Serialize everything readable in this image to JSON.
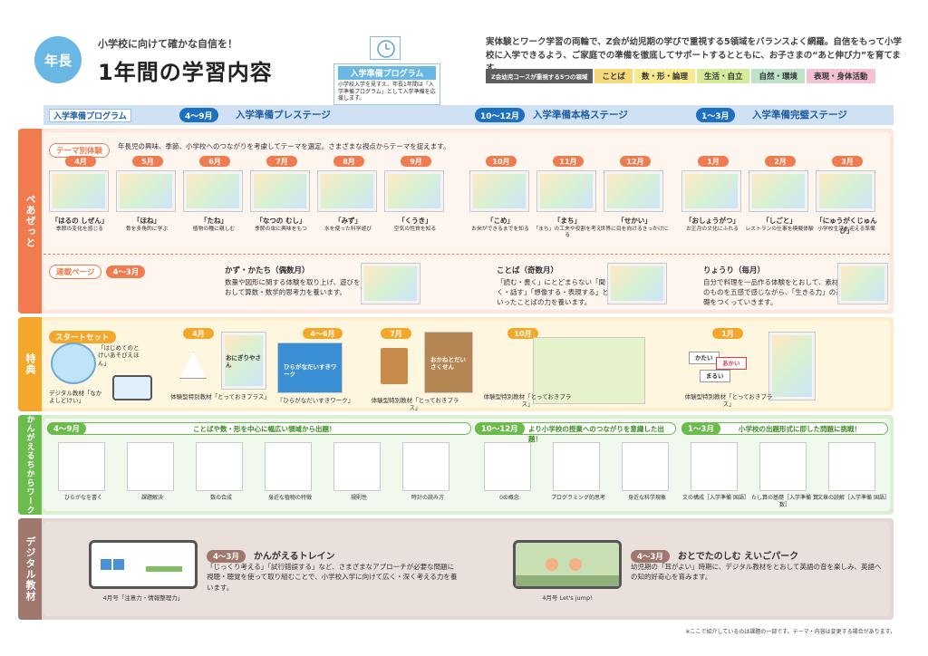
{
  "header": {
    "badge": "年長",
    "subtitle": "小学校に向けて確かな自信を！",
    "title": "1年間の学習内容"
  },
  "program_box": {
    "title": "入学準備プログラム",
    "desc": "小学校入学を見すえ、年長1年間は「入学準備プログラム」として入学準備を応援します。"
  },
  "intro": "実体験とワーク学習の両輪で、Z会が幼児期の学びで重視する5領域をバランスよく網羅。自信をもって小学校に入学できるよう、ご家庭での準備を徹底してサポートするとともに、お子さまの“あと伸び力”を育てます。",
  "domains": {
    "label": "Z会幼児コースが重視する5つの領域",
    "items": [
      "ことば",
      "数・形・論理",
      "生活・自立",
      "自然・環境",
      "表現・身体活動"
    ],
    "colors": [
      "#f6d77a",
      "#f9e98f",
      "#d6eb9a",
      "#bfe3c7",
      "#f5c2d2"
    ]
  },
  "stage_bar": {
    "program_tag": "入学準備プログラム",
    "stages": [
      {
        "month": "4～9月",
        "name": "入学準備プレステージ"
      },
      {
        "month": "10～12月",
        "name": "入学準備本格ステージ"
      },
      {
        "month": "1～3月",
        "name": "入学準備完璧ステージ"
      }
    ]
  },
  "peazette": {
    "side": "ぺあぜっと",
    "theme_tag": "テーマ別体験",
    "theme_desc": "年長児の興味、季節、小学校へのつながりを考慮してテーマを選定。さまざまな視点からテーマを捉えます。",
    "months": [
      {
        "m": "4月",
        "title": "「はるの しぜん」",
        "desc": "季節の変化を感じる"
      },
      {
        "m": "5月",
        "title": "「ほね」",
        "desc": "骨を多角的に学ぶ"
      },
      {
        "m": "6月",
        "title": "「たね」",
        "desc": "植物の種に親しむ"
      },
      {
        "m": "7月",
        "title": "「なつの むし」",
        "desc": "季節の虫に興味をもつ"
      },
      {
        "m": "8月",
        "title": "「みず」",
        "desc": "水を使った科学遊び"
      },
      {
        "m": "9月",
        "title": "「くうき」",
        "desc": "空気の性質を知る"
      },
      {
        "m": "10月",
        "title": "「こめ」",
        "desc": "お米ができるまでを知る"
      },
      {
        "m": "11月",
        "title": "「まち」",
        "desc": "「まち」の工夫や役割を考える"
      },
      {
        "m": "12月",
        "title": "「せかい」",
        "desc": "世界に目を向けるきっかけに"
      },
      {
        "m": "1月",
        "title": "「おしょうがつ」",
        "desc": "お正月の文化にふれる"
      },
      {
        "m": "2月",
        "title": "「しごと」",
        "desc": "レストランの仕事を模擬体験"
      },
      {
        "m": "3月",
        "title": "「にゅうがくじゅんび」",
        "desc": "小学校生活を迎える準備"
      }
    ],
    "series_tag": "連載ページ",
    "series_month": "4～3月",
    "series": [
      {
        "title": "かず・かたち（偶数月）",
        "desc": "数量や図形に関する体験を取り上げ、遊びをとおして算数・数学的思考力を養います。"
      },
      {
        "title": "ことば（奇数月）",
        "desc": "「読む・書く」にとどまらない「聞く・話す」「想像する・表現する」といったことばの力を養います。"
      },
      {
        "title": "りょうり（毎月）",
        "desc": "自分で料理を一品作る体験をとおして、素材そのものを五感で感じながら、「生きる力」の基礎をつくっていきます。"
      }
    ]
  },
  "tokuten": {
    "side": "特典",
    "start_tag": "スタートセット",
    "start_note": "「はじめてのとけいあそびえほん」",
    "digital_label": "デジタル教材「なかよしどけい」",
    "items": [
      {
        "m": "4月",
        "caption": "体験型特別教材「とっておきプラス」",
        "book": "おにぎりやさん"
      },
      {
        "m": "4～6月",
        "caption": "『ひらがなだいすきワーク』",
        "book": "ひらがなだいすきワーク"
      },
      {
        "m": "7月",
        "caption": "体験型特別教材「とっておきプラス」",
        "book": "おかねとだいさくせん"
      },
      {
        "m": "10月",
        "caption": "体験型特別教材「とっておきプラス」",
        "book": ""
      },
      {
        "m": "1月",
        "caption": "体験型特別教材「とっておきプラス」",
        "cards": [
          "かたい",
          "あかい",
          "まるい"
        ]
      }
    ]
  },
  "work": {
    "side": "かんがえるちからワーク",
    "bands": [
      {
        "month": "4～9月",
        "text": "ことばや数・形を中心に幅広い領域から出題！"
      },
      {
        "month": "10～12月",
        "text": "より小学校の授業へのつながりを意識した出題！"
      },
      {
        "month": "1～3月",
        "text": "小学校の出題形式に即した問題に挑戦！"
      }
    ],
    "items": [
      "ひらがなを書く",
      "課題解決",
      "数の合成",
      "身近な植物の特徴",
      "規則性",
      "時計の読み方",
      "0の概念",
      "プログラミング的思考",
      "身近な科学現象",
      "文の構成［入学準備 国語］",
      "たし算の基礎［入学準備 算数］",
      "文章の読解［入学準備 国語］"
    ]
  },
  "digital": {
    "side": "デジタル教材",
    "a": {
      "month": "4～3月",
      "title": "かんがえるトレイン",
      "desc": "「じっくり考える」「試行錯誤する」など、さまざまなアプローチが必要な問題に視聴・聴覚を使って取り組むことで、小学校入学に向けて広く・深く考える力を養います。",
      "caption": "4月号「注意力・情報整理力」"
    },
    "b": {
      "month": "4～3月",
      "title": "おとでたのしむ えいごパーク",
      "desc": "幼児期の「耳がよい」時期に、デジタル教材をとおして英語の音を楽しみ、英語への知的好奇心を育みます。",
      "caption": "4月号 Let's jump!"
    }
  },
  "footer": "※ここで紹介しているのは課題の一部です。テーマ・内容は変更する場合があります。"
}
